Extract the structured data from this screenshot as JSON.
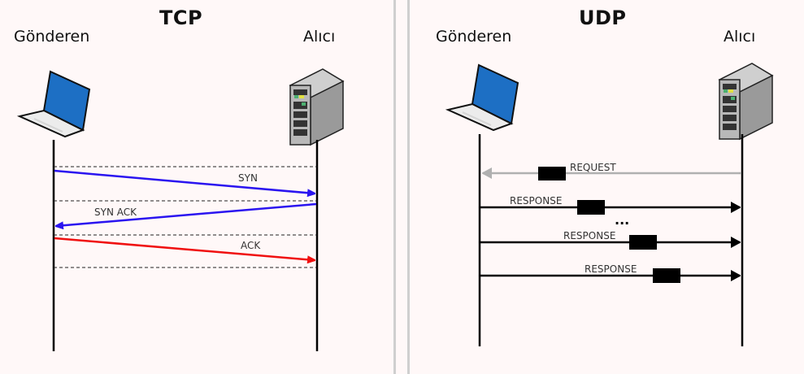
{
  "colors": {
    "background": "#fff8f8",
    "divider": "#cfcfcf",
    "syn": "#2a14f0",
    "syn_ack": "#2a14f0",
    "ack": "#f01010",
    "request": "#b0b0b0",
    "response": "#000000",
    "packet": "#000000"
  },
  "tcp": {
    "title": "TCP",
    "sender_label": "Gönderen",
    "receiver_label": "Alıcı",
    "sender_icon": "laptop-icon",
    "receiver_icon": "server-icon",
    "messages": [
      {
        "label": "SYN",
        "direction": "sender-to-receiver",
        "color_key": "syn"
      },
      {
        "label": "SYN ACK",
        "direction": "receiver-to-sender",
        "color_key": "syn_ack"
      },
      {
        "label": "ACK",
        "direction": "sender-to-receiver",
        "color_key": "ack"
      }
    ]
  },
  "udp": {
    "title": "UDP",
    "sender_label": "Gönderen",
    "receiver_label": "Alıcı",
    "sender_icon": "laptop-icon",
    "receiver_icon": "server-icon",
    "messages": [
      {
        "label": "REQUEST",
        "direction": "receiver-to-sender",
        "color_key": "request"
      },
      {
        "label": "RESPONSE",
        "direction": "sender-to-receiver",
        "color_key": "response"
      },
      {
        "label": "RESPONSE",
        "direction": "sender-to-receiver",
        "color_key": "response"
      },
      {
        "label": "RESPONSE",
        "direction": "sender-to-receiver",
        "color_key": "response"
      }
    ],
    "ellipsis": "..."
  }
}
